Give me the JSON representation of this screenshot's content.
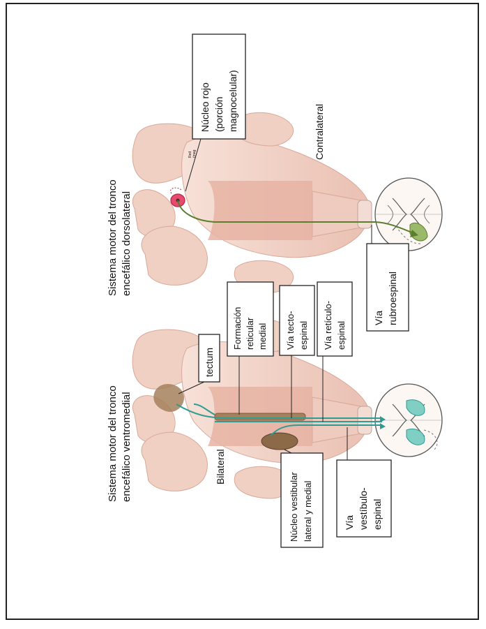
{
  "diagram": {
    "ventromedial_title": [
      "Sistema motor del tronco",
      "encefálico ventromedial"
    ],
    "dorsolateral_title": [
      "Sistema motor del tronco",
      "encefálico dorsolateral"
    ],
    "bilateral": "Bilateral",
    "contralateral": "Contralateral",
    "red_nucleus": [
      "Núcleo rojo",
      "(porción",
      "magnocelular)"
    ],
    "tectum": "tectum",
    "reticular_formation": [
      "Formación",
      "reticular",
      "medial"
    ],
    "tectospinal": [
      "Vía tecto-",
      "espinal"
    ],
    "reticulospinal": [
      "Vía retículo-",
      "espinal"
    ],
    "rubrospinal": [
      "Vía",
      "rubroespinal"
    ],
    "vestibular_nucleus": [
      "Núcleo vestibular",
      "lateral y medial"
    ],
    "vestibulospinal": [
      "Vía",
      "vestíbulo-",
      "espinal"
    ],
    "tiny_label": [
      "Red",
      "(mag"
    ],
    "colors": {
      "brainstem": "#f2d3c8",
      "brainstem_dark": "#e0a898",
      "pathway_ventromedial": "#2f9b91",
      "pathway_rubrospinal": "#5a7d2e",
      "red_nucleus": "#e64b6d",
      "tectum": "#a5805c"
    }
  }
}
